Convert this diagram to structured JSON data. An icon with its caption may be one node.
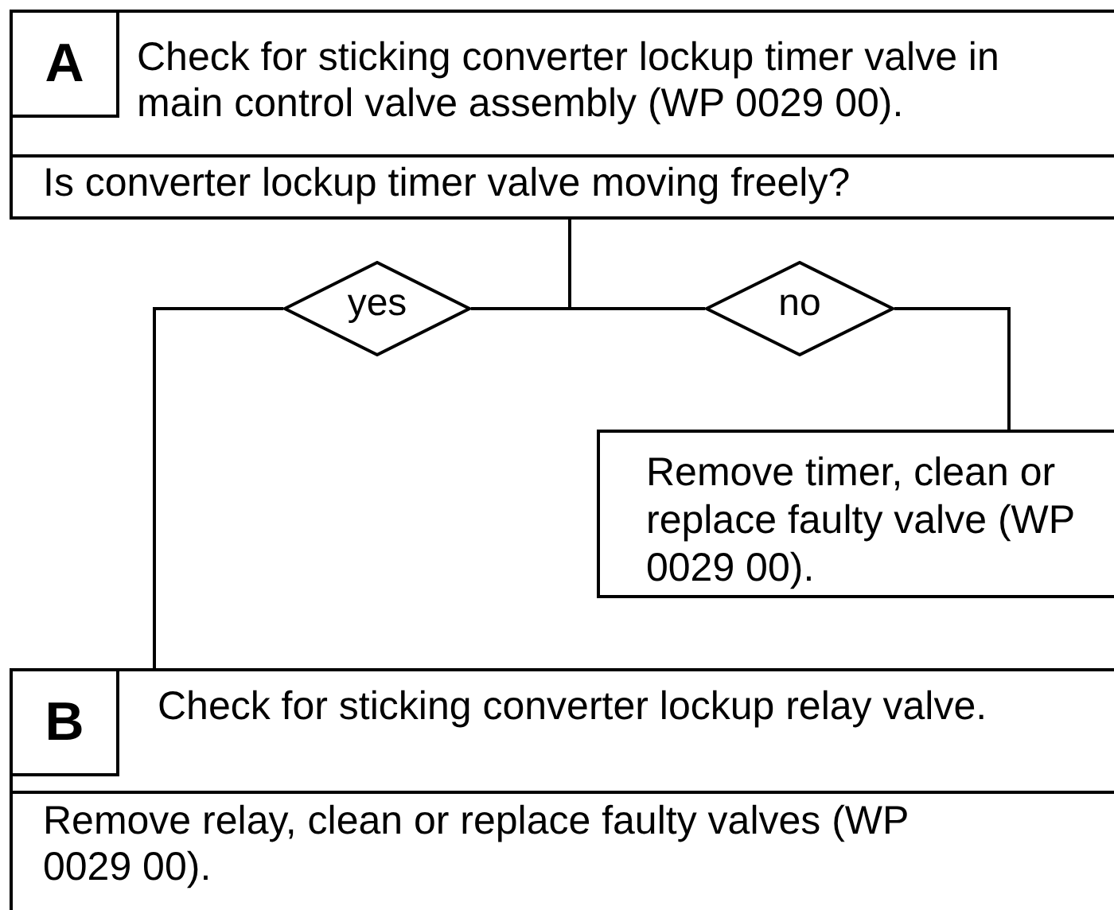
{
  "diagram": {
    "nodes": [
      {
        "text": [
          "A",
          "Check for sticking converter lockup timer valve in main control valve assembly (WP 0029 00).",
          "Is converter lockup timer valve moving freely?"
        ]
      },
      {
        "text": [
          "yes"
        ]
      },
      {
        "text": [
          "no"
        ]
      },
      {
        "text": [
          "Remove timer, clean or replace faulty valve (WP 0029 00)."
        ]
      },
      {
        "text": [
          "B",
          "Check for sticking converter lockup relay valve.",
          "Remove relay, clean or replace faulty valves (WP 0029 00)."
        ]
      }
    ],
    "edges": [
      {
        "from": 0,
        "to": 1,
        "arrow": "none"
      },
      {
        "from": 0,
        "to": 2,
        "arrow": "none"
      },
      {
        "from": 2,
        "to": 3,
        "arrow": "none"
      },
      {
        "from": 1,
        "to": 4,
        "arrow": "none"
      }
    ]
  }
}
